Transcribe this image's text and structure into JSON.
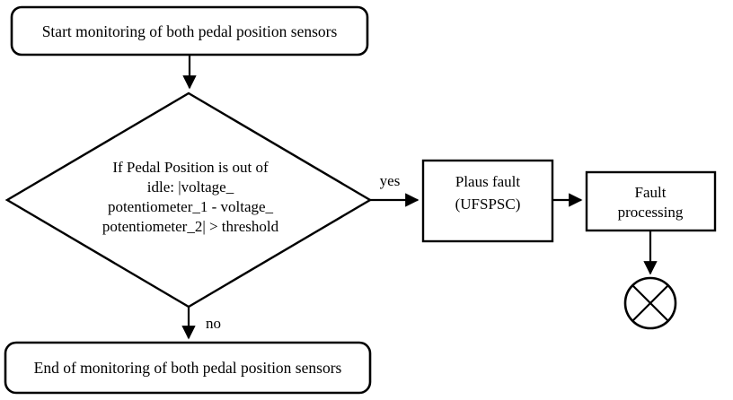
{
  "flowchart": {
    "nodes": {
      "start": {
        "type": "rounded-rect",
        "label": "Start monitoring of both pedal position sensors"
      },
      "decision": {
        "type": "diamond",
        "lines": [
          "If Pedal Position is out of",
          "idle: |voltage_",
          "potentiometer_1 - voltage_",
          "potentiometer_2| > threshold"
        ]
      },
      "plaus_fault": {
        "type": "rect",
        "lines": [
          "Plaus fault",
          "(UFSPSC)"
        ]
      },
      "fault_processing": {
        "type": "rect",
        "lines": [
          "Fault",
          "processing"
        ]
      },
      "terminator": {
        "type": "crossed-circle"
      },
      "end": {
        "type": "rounded-rect",
        "label": "End of monitoring of both pedal position sensors"
      }
    },
    "edges": {
      "yes_label": "yes",
      "no_label": "no"
    },
    "colors": {
      "stroke": "#000000",
      "background": "#ffffff",
      "text": "#000000"
    }
  }
}
